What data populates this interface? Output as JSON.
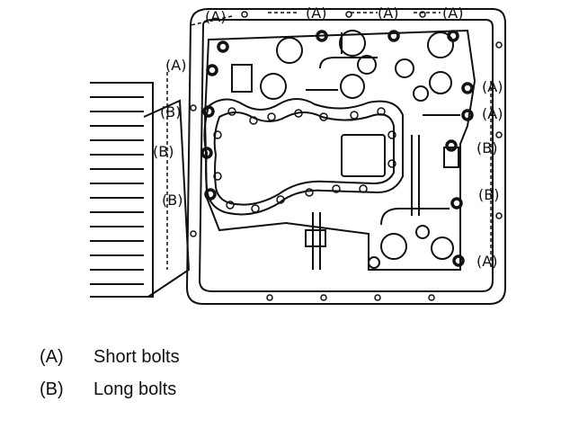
{
  "callouts": {
    "a1": "(A)",
    "a2": "(A)",
    "a3": "(A)",
    "a4": "(A)",
    "a5": "(A)",
    "a6": "(A)",
    "a7": "(A)",
    "a8": "(A)",
    "b1": "(B)",
    "b2": "(B)",
    "b3": "(B)",
    "b4": "(B)",
    "b5": "(B)"
  },
  "legend": {
    "a_key": "(A)",
    "a_text": "Short bolts",
    "b_key": "(B)",
    "b_text": "Long bolts"
  }
}
